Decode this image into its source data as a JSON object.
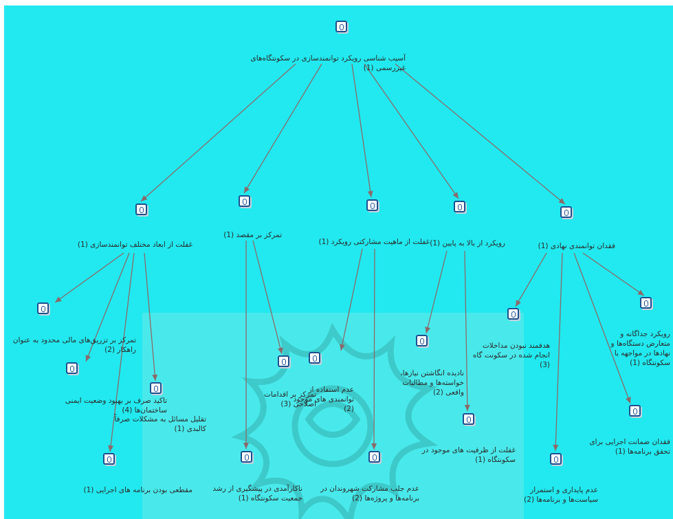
{
  "colors": {
    "background": "#21e9ef",
    "edge": "#8a6a6a",
    "watermark": "#3cc4c4",
    "icon_border": "#1d4f8f"
  },
  "nodes": {
    "root": {
      "label": "آسیب شناسی رویکرد توانمندسازی در سکونتگاه‌های غیررسمی (1)",
      "icon": "document-icon"
    },
    "a": {
      "label": "غفلت از ابعاد مختلف توانمندسازی (1)",
      "icon": "document-icon"
    },
    "b": {
      "label": "تمرکز بر مقصد (1)",
      "icon": "document-icon"
    },
    "c": {
      "label": "غفلت از ماهیت مشارکتی رویکرد (1)",
      "icon": "document-icon"
    },
    "d": {
      "label": "رویکرد از بالا به پایین (1)",
      "icon": "document-icon"
    },
    "e": {
      "label": "فقدان توانمندی نهادی (1)",
      "icon": "document-icon"
    },
    "a1": {
      "label": "تمرکز بر تزریق‌های مالی محدود به عنوان راهکار (2)",
      "icon": "document-icon"
    },
    "a2": {
      "label": "تاکید صرف بر بهبود وضعیت ایمنی ساختمان‌ها (4)",
      "icon": "document-icon"
    },
    "a3": {
      "label": "تقلیل مسائل به مشکلات صرفاً کالبدی (1)",
      "icon": "document-icon"
    },
    "a4": {
      "label": "مقطعی بودن برنامه های اجرایی (1)",
      "icon": "document-icon"
    },
    "b1": {
      "label": "تمرکز بر اقدامات اصلاحی (3)",
      "icon": "document-icon"
    },
    "b2": {
      "label": "ناکارآمدی در پیشگیری از رشد جمعیت سکونتگاه (1)",
      "icon": "document-icon"
    },
    "c1": {
      "label": "عدم استفاده از توانمندی های موجود (2)",
      "icon": "document-icon"
    },
    "c2": {
      "label": "عدم جلب مشارکت شهروندان در برنامه‌ها و پروژه‌ها (2)",
      "icon": "document-icon"
    },
    "d1": {
      "label": "نادیده انگاشتن نیازها، خواسته‌ها و مطالبات واقعی (2)",
      "icon": "document-icon"
    },
    "d2": {
      "label": "غفلت از ظرفیت های موجود در سکونتگاه (1)",
      "icon": "document-icon"
    },
    "e1": {
      "label": "هدفمند نبودن مداخلات انجام شده در سکونت گاه (3)",
      "icon": "document-icon"
    },
    "e2": {
      "label": "عدم پایداری و استمرار سیاست‌ها و برنامه‌ها (2)",
      "icon": "document-icon"
    },
    "e3": {
      "label": "فقدان ضمانت اجرایی برای تحقق برنامه‌ها (1)",
      "icon": "document-icon"
    },
    "e4": {
      "label": "رویکرد جداگانه و متعارض دستگاه‌ها و نهادها در مواجهه با سکونتگاه (1)",
      "icon": "document-icon"
    }
  }
}
